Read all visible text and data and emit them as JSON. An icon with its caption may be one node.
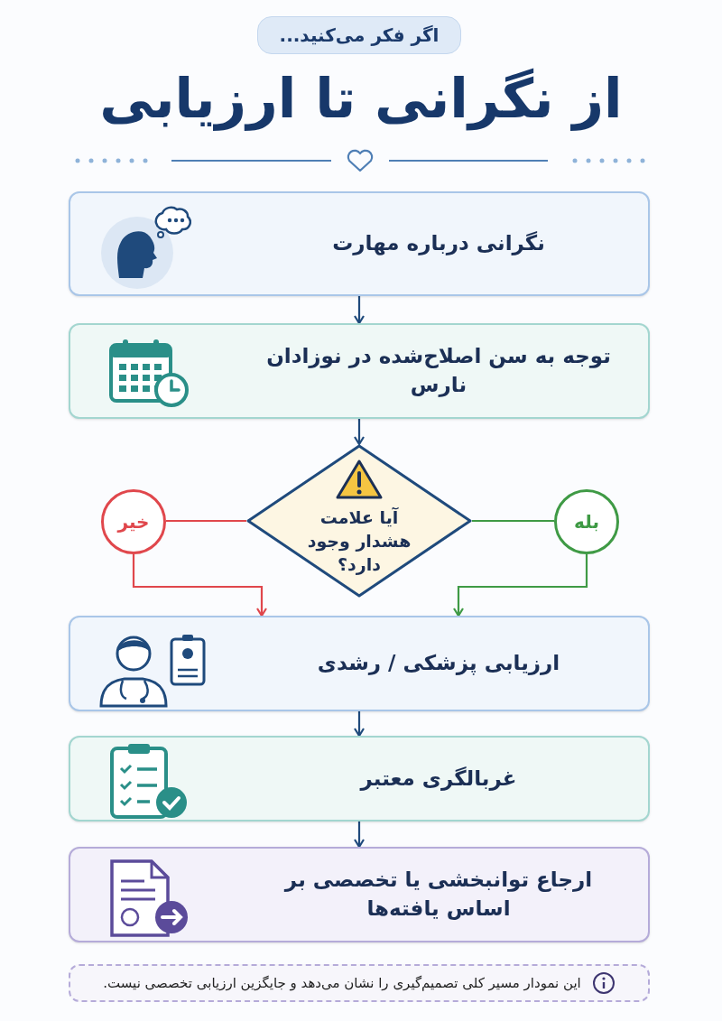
{
  "diagram": {
    "title": "از نگرانی تا ارزیابی",
    "nodes": [
      {
        "text": [
          "اگر فکر می‌کنید..."
        ]
      },
      {
        "text": [
          "نگرانی درباره مهارت"
        ]
      },
      {
        "text": [
          "توجه به سن اصلاح‌شده در نوزادان نارس"
        ]
      },
      {
        "text": [
          "آیا علامت هشدار وجود دارد؟"
        ]
      },
      {
        "text": [
          "خیر"
        ]
      },
      {
        "text": [
          "بله"
        ]
      },
      {
        "text": [
          "ارزیابی پزشکی / رشدی"
        ]
      },
      {
        "text": [
          "غربالگری معتبر"
        ]
      },
      {
        "text": [
          "ارجاع توانبخشی یا تخصصی بر اساس یافته‌ها"
        ]
      },
      {
        "text": [
          "این نمودار مسیر کلی تصمیم‌گیری را نشان می‌دهد و جایگزین ارزیابی تخصصی نیست."
        ]
      }
    ],
    "edges": [
      {
        "from": 1,
        "to": 2,
        "arrow": "to"
      },
      {
        "from": 2,
        "to": 3,
        "arrow": "to"
      },
      {
        "from": 3,
        "to": 4,
        "arrow": "none",
        "color": "#e0474c"
      },
      {
        "from": 4,
        "to": 6,
        "arrow": "to",
        "color": "#e0474c"
      },
      {
        "from": 3,
        "to": 5,
        "arrow": "none",
        "color": "#3f9a45"
      },
      {
        "from": 5,
        "to": 6,
        "arrow": "to",
        "color": "#3f9a45"
      },
      {
        "from": 6,
        "to": 7,
        "arrow": "to"
      },
      {
        "from": 7,
        "to": 8,
        "arrow": "to"
      }
    ]
  }
}
